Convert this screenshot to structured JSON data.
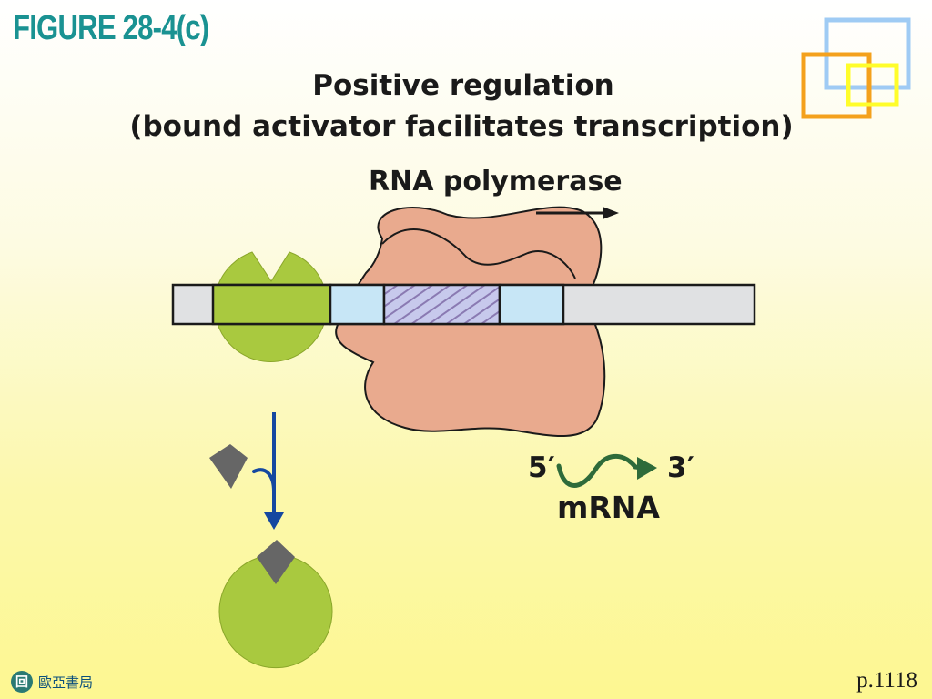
{
  "header": {
    "figure_label": "FIGURE 28-4(c)",
    "title_line1": "Positive regulation",
    "title_line2": "(bound activator facilitates transcription)"
  },
  "diagram": {
    "rna_polymerase_label": "RNA polymerase",
    "mrna": {
      "five_prime": "5′",
      "three_prime": "3′",
      "label": "mRNA"
    }
  },
  "footer": {
    "publisher": "歐亞書局",
    "page": "p.1118"
  },
  "colors": {
    "figure_label": "#1a9292",
    "activator_green": "#a9c93f",
    "polymerase_salmon": "#e9aa8e",
    "promoter_blue": "#c7e6f6",
    "dna_gray": "#e0e1e3",
    "hatch_purple": "#8a7ab2",
    "ligand_gray": "#666666",
    "arrow_blue": "#1548a0",
    "mrna_green": "#2e6b3a",
    "deco_blue": "#9fcbf4",
    "deco_orange": "#f4a11c",
    "deco_yellow": "#fffd2a"
  }
}
